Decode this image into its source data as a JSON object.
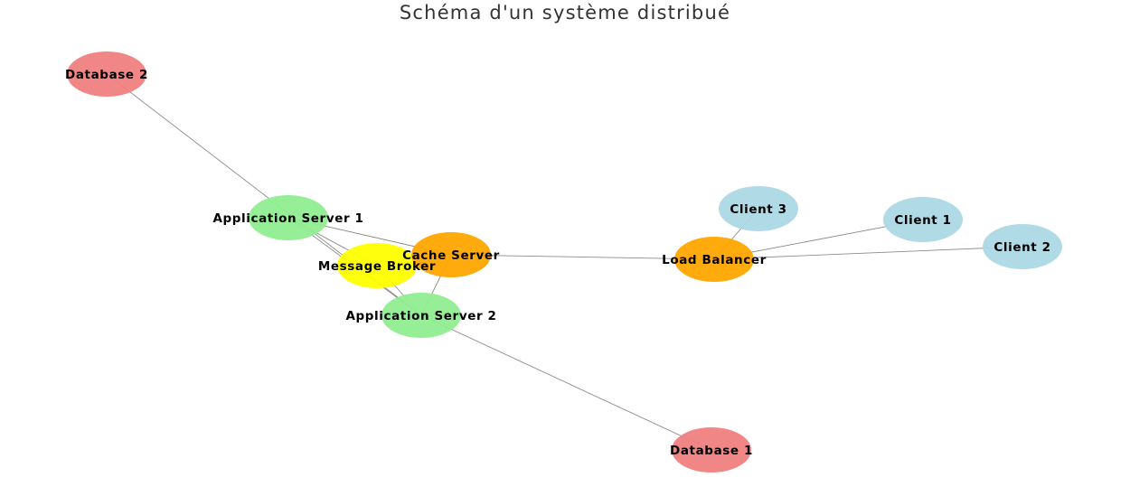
{
  "title": "Schéma d'un système distribué",
  "colors": {
    "client": "#add8e6",
    "balancer": "#ffa500",
    "app": "#90ee90",
    "broker": "#ffff00",
    "database": "#f08080",
    "edge": "#8c8c8c"
  },
  "nodes": [
    {
      "id": "db2",
      "label": "Database 2",
      "role": "database"
    },
    {
      "id": "app1",
      "label": "Application Server 1",
      "role": "app"
    },
    {
      "id": "broker",
      "label": "Message Broker",
      "role": "broker"
    },
    {
      "id": "cache",
      "label": "Cache Server",
      "role": "balancer"
    },
    {
      "id": "app2",
      "label": "Application Server 2",
      "role": "app"
    },
    {
      "id": "lb",
      "label": "Load Balancer",
      "role": "balancer"
    },
    {
      "id": "c3",
      "label": "Client 3",
      "role": "client"
    },
    {
      "id": "c1",
      "label": "Client 1",
      "role": "client"
    },
    {
      "id": "c2",
      "label": "Client 2",
      "role": "client"
    },
    {
      "id": "db1",
      "label": "Database 1",
      "role": "database"
    }
  ],
  "edges": [
    [
      "c1",
      "lb"
    ],
    [
      "c2",
      "lb"
    ],
    [
      "c3",
      "lb"
    ],
    [
      "lb",
      "cache"
    ],
    [
      "cache",
      "app1"
    ],
    [
      "cache",
      "app2"
    ],
    [
      "app1",
      "broker"
    ],
    [
      "app1",
      "app2"
    ],
    [
      "broker",
      "app2"
    ],
    [
      "db2",
      "app2"
    ],
    [
      "app2",
      "db1"
    ]
  ]
}
